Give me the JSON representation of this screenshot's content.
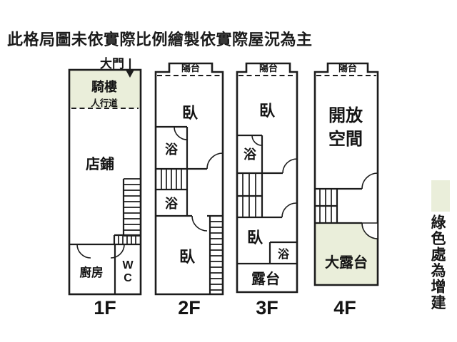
{
  "title": "此格局圖未依實際比例繪製依實際屋況為主",
  "colors": {
    "addition_green": "#eaeeda",
    "wall": "#1c1c1c"
  },
  "legend": {
    "note": "綠色處為增建"
  },
  "floor1": {
    "entrance_label": "大門",
    "arcade": "騎樓",
    "sidewalk": "人行道",
    "shop": "店鋪",
    "kitchen": "廚房",
    "wc_line1": "W",
    "wc_line2": "C",
    "label": "1F"
  },
  "floor2": {
    "balcony": "陽台",
    "bedroom_front": "臥",
    "bath_front": "浴",
    "bath_rear": "浴",
    "bedroom_rear": "臥",
    "label": "2F"
  },
  "floor3": {
    "balcony": "陽台",
    "bedroom_front": "臥",
    "bath_front": "浴",
    "bedroom_rear": "臥",
    "bath_rear": "浴",
    "terrace": "露台",
    "label": "3F"
  },
  "floor4": {
    "balcony": "陽台",
    "open_space_line1": "開放",
    "open_space_line2": "空間",
    "terrace": "大露台",
    "label": "4F"
  }
}
